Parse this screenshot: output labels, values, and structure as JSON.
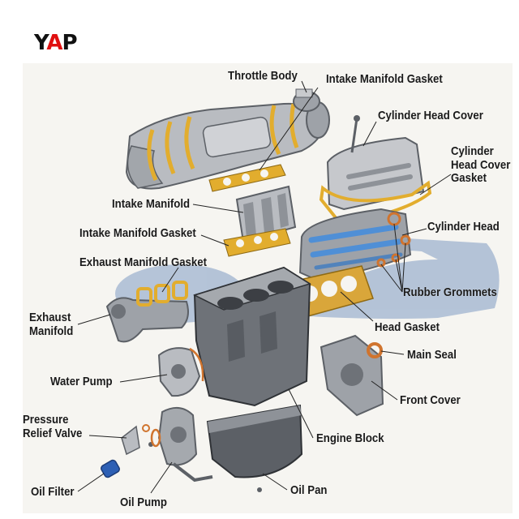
{
  "brand": {
    "logo_letters": [
      "Y",
      "A",
      "P"
    ],
    "logo_colors": {
      "Y": "#111111",
      "A": "#e01010",
      "P": "#111111"
    }
  },
  "labels": {
    "throttle_body": "Throttle Body",
    "intake_manifold_gasket_top": "Intake Manifold Gasket",
    "cylinder_head_cover": "Cylinder Head Cover",
    "cylinder_head_cover_gasket": [
      "Cylinder",
      "Head Cover",
      "Gasket"
    ],
    "intake_manifold": "Intake Manifold",
    "cylinder_head": "Cylinder Head",
    "intake_manifold_gasket": "Intake Manifold Gasket",
    "exhaust_manifold_gasket": "Exhaust Manifold Gasket",
    "rubber_grommets": "Rubber Grommets",
    "exhaust_manifold": [
      "Exhaust",
      "Manifold"
    ],
    "head_gasket": "Head Gasket",
    "main_seal": "Main Seal",
    "water_pump": "Water Pump",
    "front_cover": "Front Cover",
    "pressure_relief_valve": [
      "Pressure",
      "Relief Valve"
    ],
    "engine_block": "Engine Block",
    "oil_filter": "Oil Filter",
    "oil_pump": "Oil Pump",
    "oil_pan": "Oil Pan"
  },
  "colors": {
    "background": "#f6f5f1",
    "gasket": "#e2ad2e",
    "metal": "#b9bcc1",
    "metal_dark": "#5c6066",
    "watermark": "#7f9bc3",
    "leader": "#222222",
    "grommet": "#d0742e",
    "oil_filter": "#2d5fb4",
    "cam": "#4f8fd6"
  }
}
